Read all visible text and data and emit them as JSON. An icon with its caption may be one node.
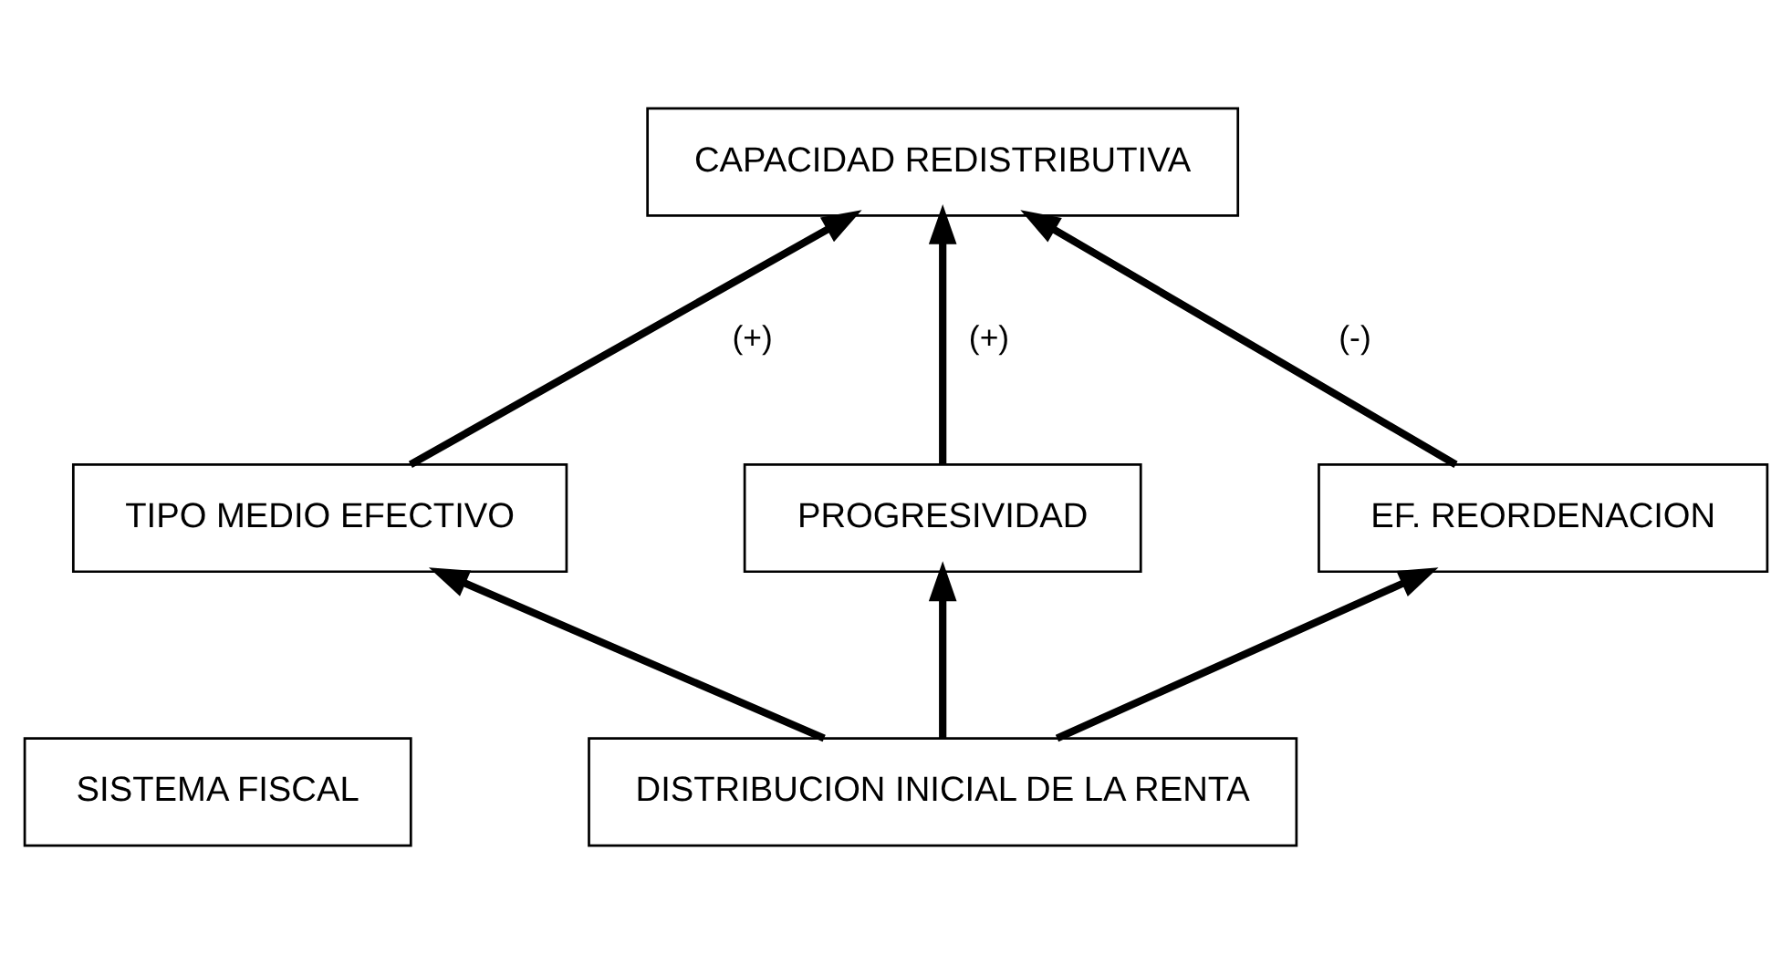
{
  "diagram": {
    "nodes": [
      {
        "text": [
          "CAPACIDAD REDISTRIBUTIVA"
        ]
      },
      {
        "text": [
          "TIPO MEDIO EFECTIVO"
        ]
      },
      {
        "text": [
          "PROGRESIVIDAD"
        ]
      },
      {
        "text": [
          "EF. REORDENACION"
        ]
      },
      {
        "text": [
          "SISTEMA FISCAL"
        ]
      },
      {
        "text": [
          "DISTRIBUCION INICIAL DE LA RENTA"
        ]
      }
    ],
    "edges": [
      {
        "from": 1,
        "to": 0,
        "arrow": "to",
        "label": "(+)"
      },
      {
        "from": 2,
        "to": 0,
        "arrow": "to",
        "label": "(+)"
      },
      {
        "from": 3,
        "to": 0,
        "arrow": "to",
        "label": "(-)"
      },
      {
        "from": 5,
        "to": 1,
        "arrow": "to"
      },
      {
        "from": 5,
        "to": 2,
        "arrow": "to"
      },
      {
        "from": 5,
        "to": 3,
        "arrow": "to"
      }
    ]
  }
}
